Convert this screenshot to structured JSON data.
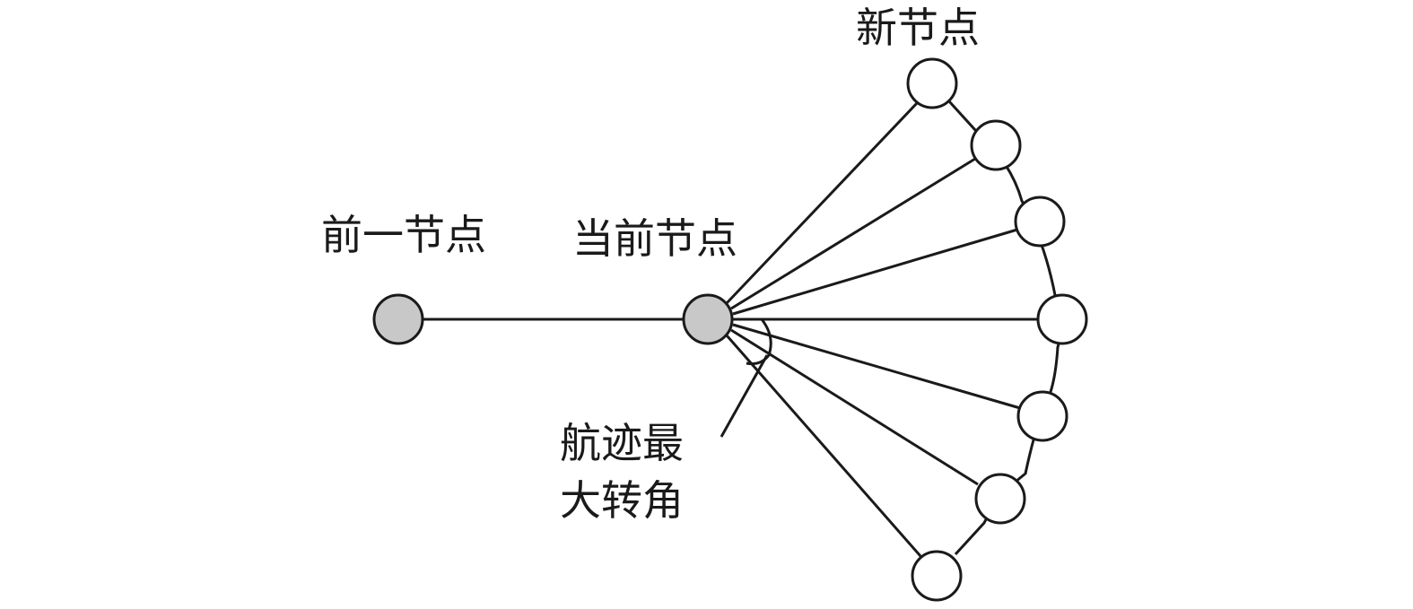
{
  "labels": {
    "previous_node": "前一节点",
    "current_node": "当前节点",
    "new_nodes": "新节点",
    "max_turn_angle_line1": "航迹最",
    "max_turn_angle_line2": "大转角"
  },
  "colors": {
    "stroke": "#1a1a1a",
    "visited_node_fill": "#c8c8c8",
    "new_node_fill": "#ffffff"
  }
}
